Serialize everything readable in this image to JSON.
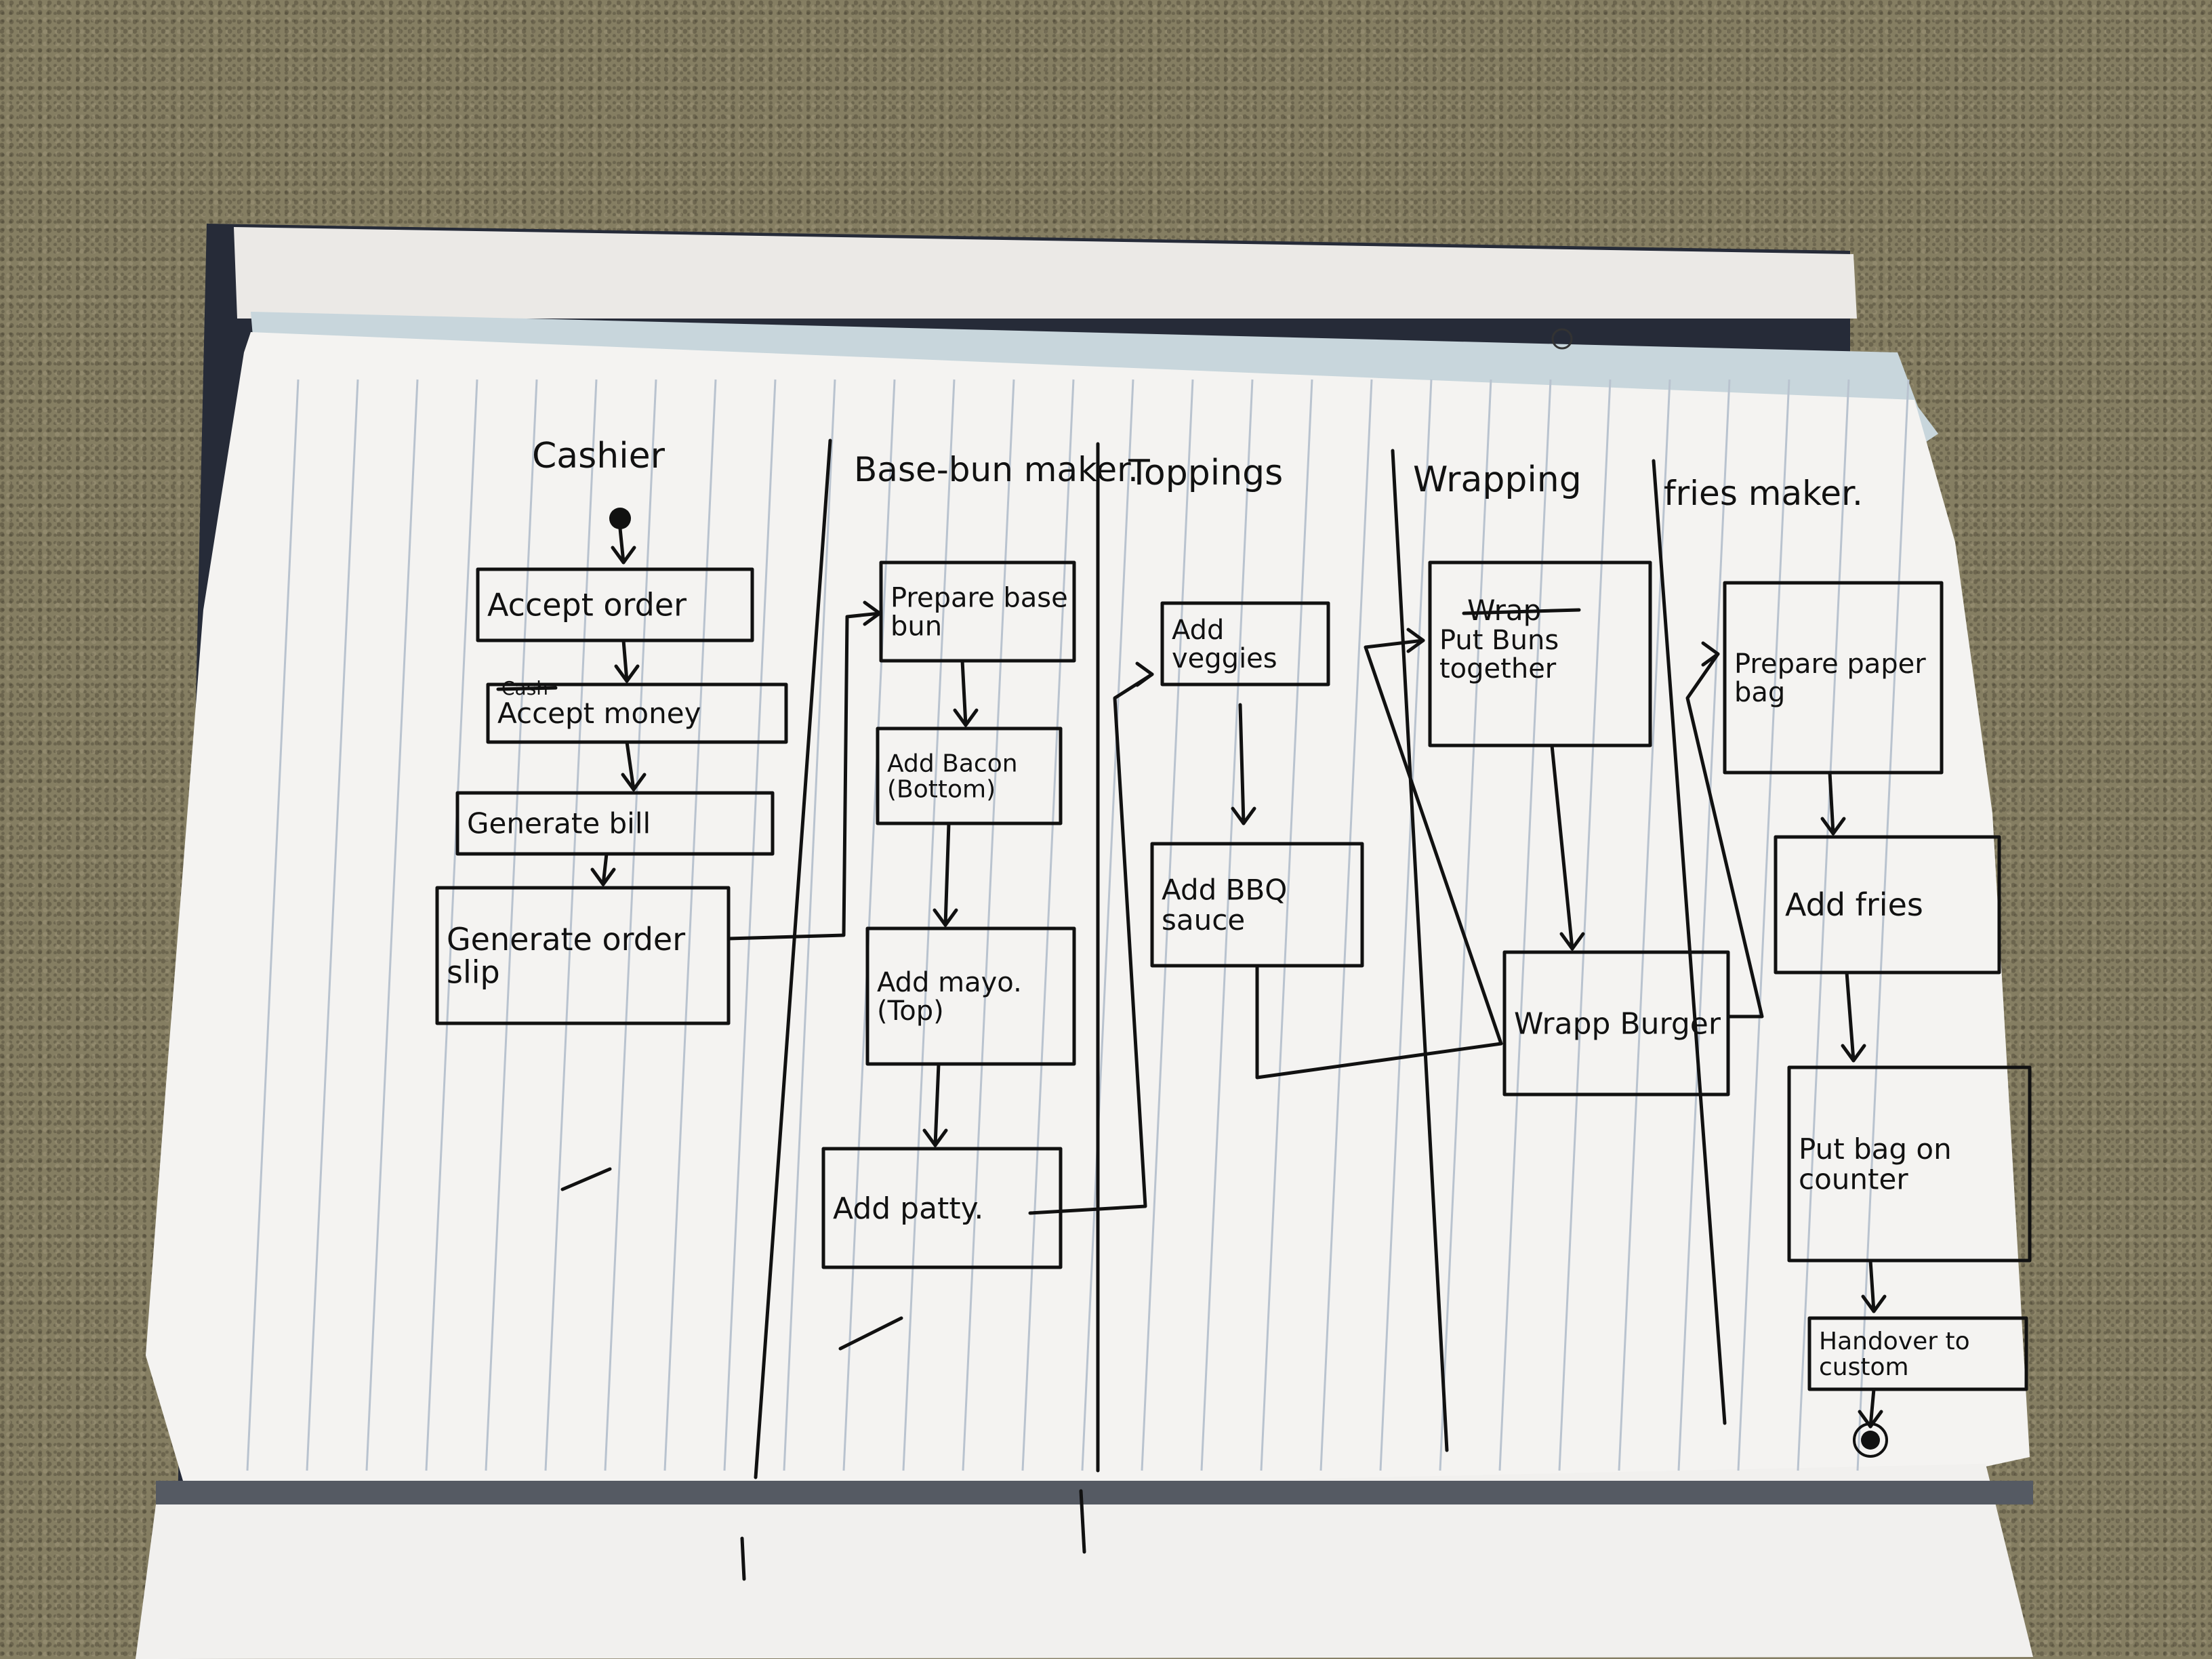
{
  "lanes": [
    {
      "title": "Cashier"
    },
    {
      "title": "Base-bun maker."
    },
    {
      "title": "Toppings"
    },
    {
      "title": "Wrapping"
    },
    {
      "title": "fries maker."
    }
  ],
  "steps": {
    "accept_order": "Accept order",
    "accept_money": "Accept money",
    "generate_bill": "Generate bill",
    "generate_order_slip": "Generate order slip",
    "prepare_base_bun": "Prepare base bun",
    "add_bacon": "Add Bacon (Bottom)",
    "add_mayo": "Add mayo. (Top)",
    "add_patty": "Add patty.",
    "add_veggies": "Add veggies",
    "add_bbq_sauce": "Add BBQ sauce",
    "put_buns_together": "Put Buns together",
    "wrapp_burger": "Wrapp Burger",
    "prepare_paper_bag": "Prepare paper bag",
    "add_fries": "Add fries",
    "put_bag_on_counter": "Put bag on counter",
    "handover_to_customer": "Handover to custom"
  },
  "struck_text": {
    "wrap": "Wrap",
    "cash": "Cash"
  },
  "colors": {
    "ink": "#111111",
    "paper": "#f4f3f1",
    "rule_line": "#b9c3cf",
    "carpet": "#857e62",
    "notebook_cover": "#262b38"
  }
}
